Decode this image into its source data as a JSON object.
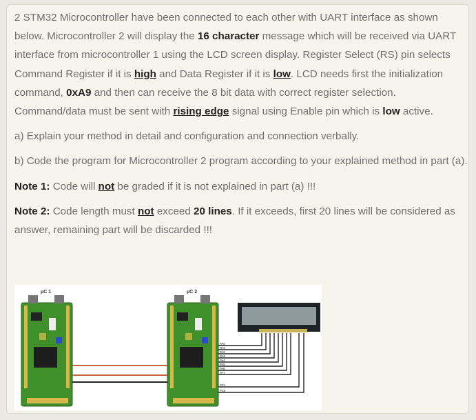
{
  "intro": {
    "t1": "2 STM32 Microcontroller have been connected to each other with UART interface as shown below. Microcontroller 2  will display the ",
    "b1": "16 character",
    "t2": " message which will be received via UART interface from microcontroller 1 using the LCD screen display. Register Select (RS) pin selects Command Register if it is ",
    "b2": "high",
    "t3": " and Data Register if it is ",
    "b3": "low",
    "t4": ". LCD needs first the initialization command, ",
    "b4": "0xA9",
    "t5": " and then can receive the 8 bit data with correct register selection. Command/data must be sent with ",
    "b5": "rising edge",
    "t6": " signal using Enable pin which is ",
    "b6": "low",
    "t7": " active."
  },
  "part_a": "a) Explain your method in detail and configuration and connection verbally.",
  "part_b": "b) Code the program for Microcontroller 2  program according to your explained method in part (a).",
  "note1": {
    "label": "Note 1:",
    "t1": " Code will ",
    "b1": "not",
    "t2": " be graded if it is not explained in part (a) !!!"
  },
  "note2": {
    "label": "Note 2:",
    "t1": " Code length must ",
    "b1": "not",
    "t2": " exceed ",
    "b2": "20 lines",
    "t3": ". If it exceeds, first 20 lines will be considered as answer, remaining part will be discarded !!!"
  },
  "figure": {
    "uc1_label": "μC 1",
    "uc2_label": "μC 2",
    "pin_labels": [
      "PA0",
      "PA1",
      "PA2",
      "PA3",
      "PA4",
      "PA5",
      "PA6",
      "PA7",
      "PC1",
      "PC0"
    ],
    "colors": {
      "board": "#3f8f2a",
      "lcd_screen": "#8f9a9f",
      "uart_wire": "#c8643a",
      "bus_wire": "#222222"
    }
  }
}
